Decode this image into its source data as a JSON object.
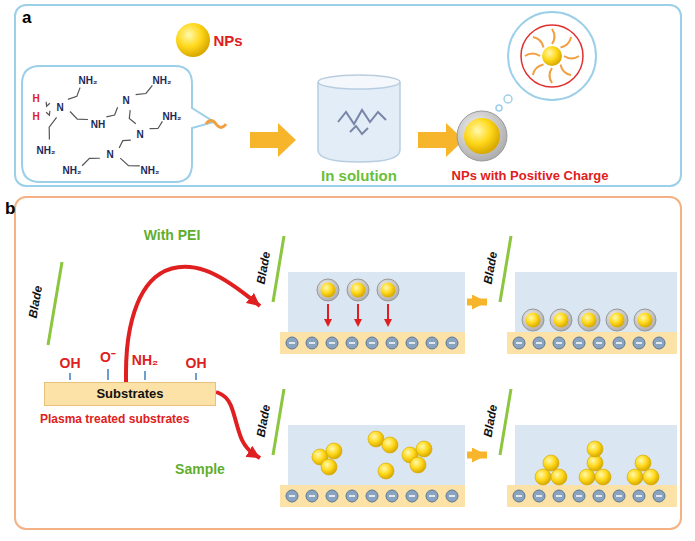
{
  "diagram": {
    "nodes": [
      {
        "text": [
          "a"
        ]
      },
      {
        "text": [
          "b"
        ]
      },
      {
        "text": [
          "Substrates"
        ],
        "in": 1
      },
      {
        "text": [
          "Blade"
        ],
        "in": 1
      },
      {
        "text": [
          "Blade"
        ],
        "in": 1
      },
      {
        "text": [
          "Blade"
        ],
        "in": 1
      },
      {
        "text": [
          "Blade"
        ],
        "in": 1
      }
    ],
    "edges": [
      {
        "from": 2,
        "to": 3,
        "arrow": "to",
        "label": "With PEI"
      },
      {
        "from": 2,
        "to": 5,
        "arrow": "to",
        "label": "Sample"
      },
      {
        "from": 3,
        "to": 4,
        "arrow": "to"
      },
      {
        "from": 5,
        "to": 6,
        "arrow": "to"
      }
    ],
    "labels": [
      "NPs",
      "H",
      "H",
      "N",
      "NH₂",
      "NH₂",
      "NH",
      "N",
      "NH₂",
      "N",
      "NH₂",
      "N",
      "NH₂",
      "NH₂",
      "In solution",
      "NPs with Positive Charge",
      "Blade",
      "OH",
      "O⁻",
      "NH₂",
      "OH",
      "Plasma treated substrates"
    ]
  }
}
